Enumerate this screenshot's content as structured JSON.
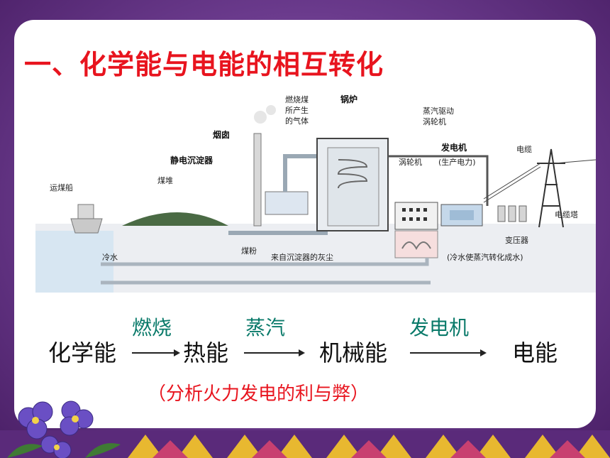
{
  "title": "一、化学能与电能的相互转化",
  "diagram": {
    "labels": {
      "ship": "运煤船",
      "coal_pile": "煤堆",
      "chimney": "烟囱",
      "precipitator": "静电沉淀器",
      "flue_gas_1": "燃烧煤",
      "flue_gas_2": "所产生",
      "flue_gas_3": "的气体",
      "boiler": "锅炉",
      "steam_1": "蒸汽驱动",
      "steam_2": "涡轮机",
      "turbine": "涡轮机",
      "generator": "发电机",
      "generator_sub": "(生产电力)",
      "cable": "电缆",
      "tower": "电缆塔",
      "transformer": "变压器",
      "cold_water": "冷水",
      "coal_powder": "煤粉",
      "ash": "来自沉淀器的灰尘",
      "condense": "(冷水使蒸汽转化成水)"
    }
  },
  "flow": {
    "terms": [
      "化学能",
      "热能",
      "机械能",
      "电能"
    ],
    "conditions": [
      "燃烧",
      "蒸汽",
      "发电机"
    ]
  },
  "note": "（分析火力发电的利与弊）",
  "colors": {
    "title": "#e8141e",
    "condition": "#0a7a6a",
    "frame": "#6a3a8c"
  }
}
